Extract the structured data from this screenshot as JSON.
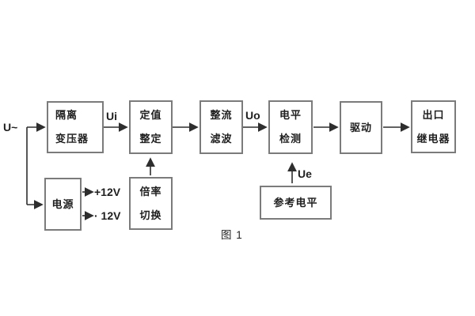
{
  "figure": {
    "caption": "图 1"
  },
  "signals": {
    "input": "U~",
    "ui": "Ui",
    "uo": "Uo",
    "ue": "Ue",
    "rail_pos": "+12V",
    "rail_neg": "· 12V"
  },
  "nodes": {
    "isolation_transformer": {
      "lines": [
        "隔离",
        "变压器"
      ]
    },
    "value_setting": {
      "lines": [
        "定值",
        "整定"
      ]
    },
    "rectify_filter": {
      "lines": [
        "整流",
        "滤波"
      ]
    },
    "level_detect": {
      "lines": [
        "电平",
        "检测"
      ]
    },
    "drive": {
      "label": "驱动"
    },
    "output_relay": {
      "lines": [
        "出口",
        "继电器"
      ]
    },
    "power": {
      "label": "电源"
    },
    "ratio_switch": {
      "lines": [
        "倍率",
        "切换"
      ]
    },
    "reference_level": {
      "label": "参考电平"
    }
  },
  "colors": {
    "border": "#7b7b7b",
    "line": "#2e2e2e",
    "text": "#1f1f1f",
    "background": "#ffffff"
  }
}
